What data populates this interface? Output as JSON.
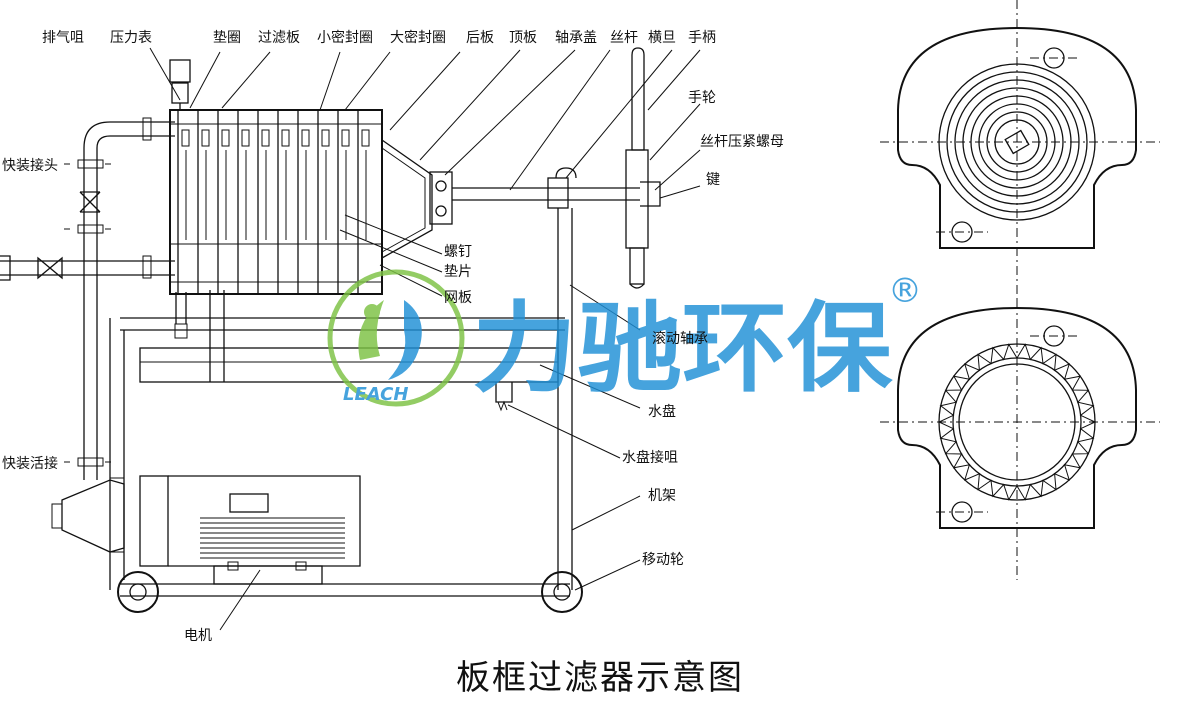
{
  "title": "板框过滤器示意图",
  "labels": {
    "exhaust_nozzle": "排气咀",
    "pressure_gauge": "压力表",
    "gasket": "垫圈",
    "filter_plate": "过滤板",
    "small_seal": "小密封圈",
    "large_seal": "大密封圈",
    "rear_plate": "后板",
    "top_plate": "顶板",
    "bearing_cover": "轴承盖",
    "screw_rod": "丝杆",
    "crossbeam": "横旦",
    "handle": "手柄",
    "handwheel": "手轮",
    "screw_nut": "丝杆压紧螺母",
    "key": "键",
    "quick_joint": "快装接头",
    "screw": "螺钉",
    "spacer": "垫片",
    "mesh_plate": "网板",
    "rolling_bearing": "滚动轴承",
    "water_tray": "水盘",
    "tray_nozzle": "水盘接咀",
    "frame": "机架",
    "caster": "移动轮",
    "quick_union": "快装活接",
    "motor": "电机"
  },
  "watermark": {
    "brand": "力驰环保",
    "latin": "LEACH",
    "mark": "®",
    "brand_color": "#1e8fd6",
    "leaf_color": "#7cc243"
  }
}
